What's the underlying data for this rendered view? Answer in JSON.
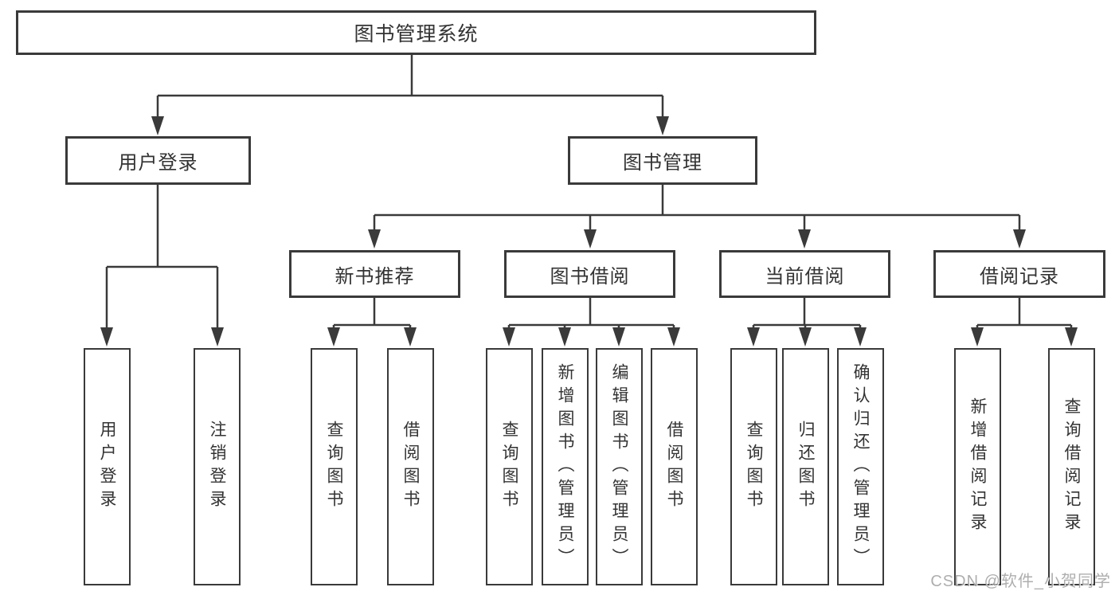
{
  "diagram": {
    "title": "图书管理系统",
    "level2": [
      {
        "label": "用户登录"
      },
      {
        "label": "图书管理"
      }
    ],
    "level3": [
      {
        "label": "新书推荐"
      },
      {
        "label": "图书借阅"
      },
      {
        "label": "当前借阅"
      },
      {
        "label": "借阅记录"
      }
    ],
    "leaves": {
      "login": [
        "用户登录",
        "注销登录"
      ],
      "recommend": [
        "查询图书",
        "借阅图书"
      ],
      "borrow": [
        "查询图书",
        "新增图书（管理员）",
        "编辑图书（管理员）",
        "借阅图书"
      ],
      "current": [
        "查询图书",
        "归还图书",
        "确认归还（管理员）"
      ],
      "records": [
        "新增借阅记录",
        "查询借阅记录"
      ]
    }
  },
  "watermark": "CSDN @软件_小贺同学",
  "colors": {
    "line": "#3a3a3a",
    "box_border": "#3a3a3a",
    "text": "#333333",
    "watermark": "#a6a6a6",
    "background": "#ffffff"
  }
}
